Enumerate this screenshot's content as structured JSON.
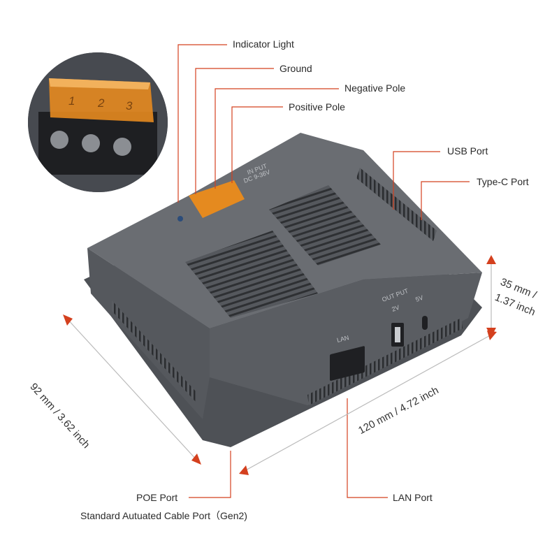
{
  "callouts": {
    "indicator_light": "Indicator Light",
    "ground": "Ground",
    "negative_pole": "Negative Pole",
    "positive_pole": "Positive Pole",
    "usb_port": "USB Port",
    "type_c_port": "Type-C Port",
    "poe_port": "POE Port",
    "standard_cable_port": "Standard Autuated Cable Port（Gen2)",
    "lan_port": "LAN Port"
  },
  "dimensions": {
    "depth": "92 mm / 3.62 inch",
    "width": "120 mm / 4.72 inch",
    "height_line1": "35 mm /",
    "height_line2": "1.37 inch"
  },
  "device_markings": {
    "input": "IN PUT",
    "input_voltage": "DC 9-36V",
    "output": "OUT PUT",
    "output_2v": "2V",
    "output_5v": "5V",
    "lan": "LAN",
    "terminal_1": "1",
    "terminal_2": "2",
    "terminal_3": "3"
  },
  "colors": {
    "accent": "#d4401e",
    "device_body": "#5c5f64",
    "terminal_cover": "#e58a1f"
  }
}
